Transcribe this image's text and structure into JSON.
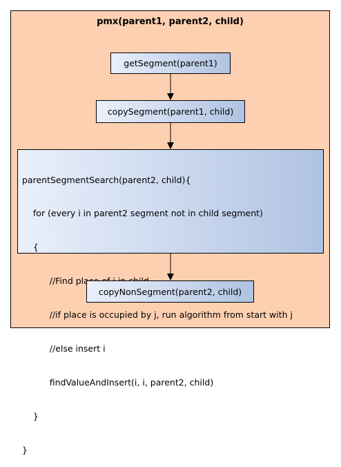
{
  "diagram": {
    "title": "pmx(parent1, parent2, child)",
    "nodes": {
      "get_segment": "getSegment(parent1)",
      "copy_segment": "copySegment(parent1, child)",
      "parent_segment_search": [
        "parentSegmentSearch(parent2, child){",
        "    for (every i in parent2 segment not in child segment)",
        "    {",
        "          //Find place of i in child",
        "          //if place is occupied by j, run algorithm from start with j",
        "          //else insert i",
        "          findValueAndInsert(i, i, parent2, child)",
        "    }",
        "}"
      ],
      "copy_non_segment": "copyNonSegment(parent2, child)"
    },
    "colors": {
      "container_fill": "#fdd0b1",
      "node_gradient_start": "#eaf0fb",
      "node_gradient_end": "#afc3e2",
      "stroke": "#000000"
    }
  }
}
